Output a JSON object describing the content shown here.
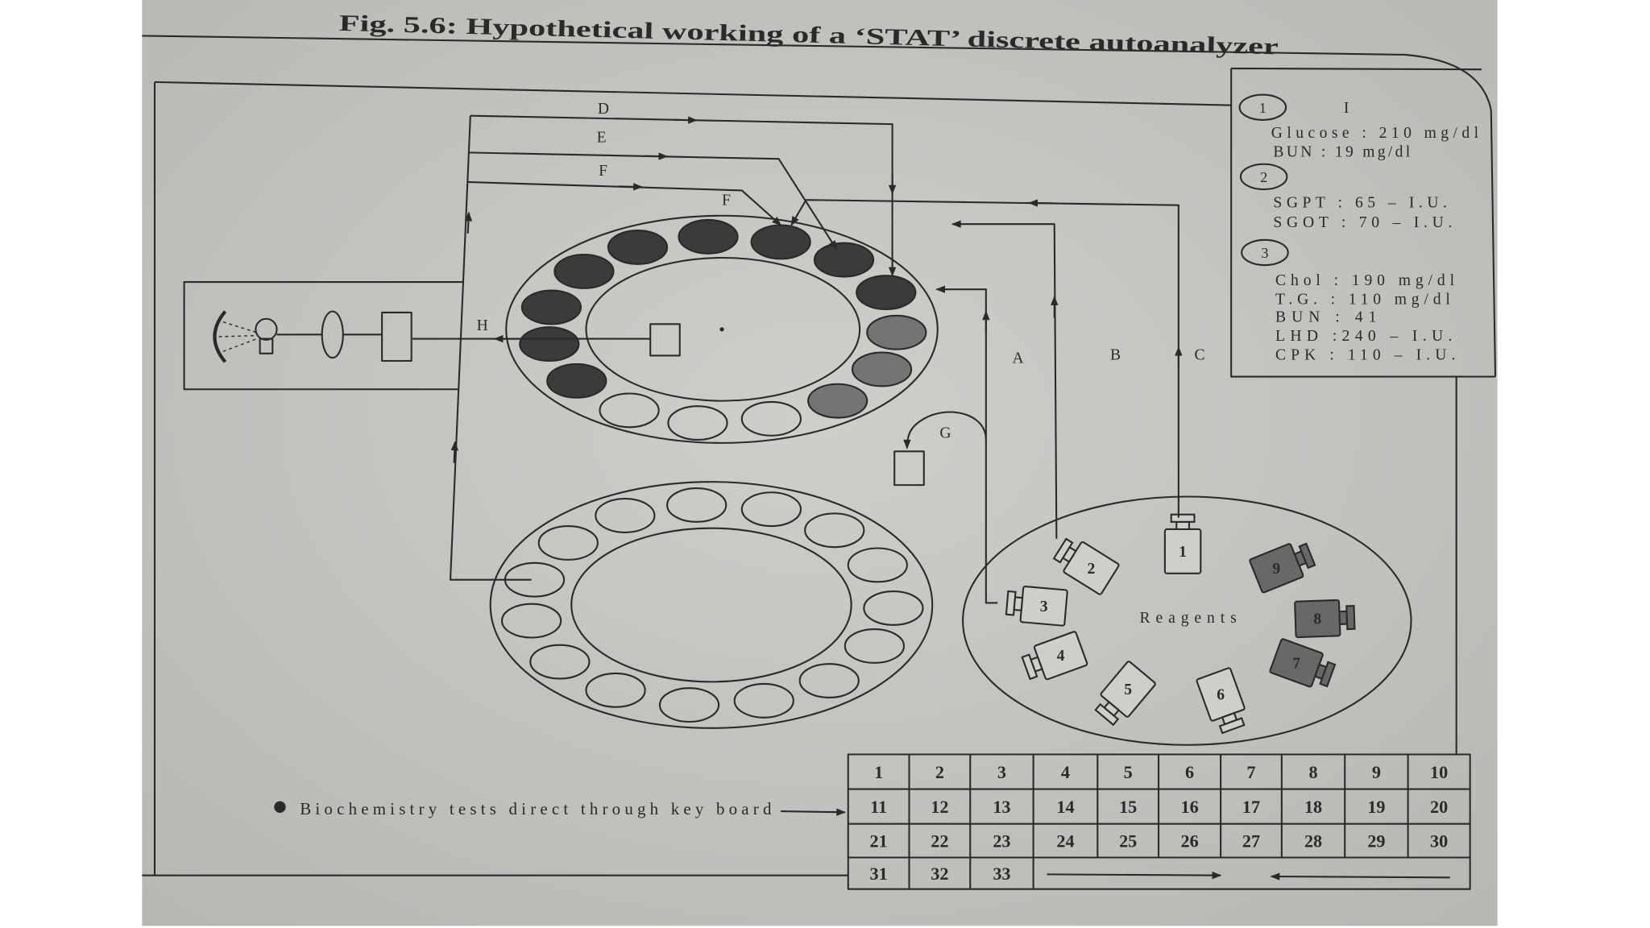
{
  "figure": {
    "title": "Fig. 5.6: Hypothetical working of a ‘STAT’ discrete autoanalyzer"
  },
  "results_panel": {
    "group1": {
      "number": "1",
      "roman": "I",
      "lines": [
        "Glucose : 210 mg/dl",
        "BUN : 19 mg/dl"
      ]
    },
    "group2": {
      "number": "2",
      "lines": [
        "SGPT : 65 – I.U.",
        "SGOT : 70 – I.U."
      ]
    },
    "group3": {
      "number": "3",
      "lines": [
        "Chol : 190 mg/dl",
        "T.G. : 110 mg/dl",
        "BUN : 41",
        "LHD :240 – I.U.",
        "CPK : 110 – I.U."
      ]
    }
  },
  "path_labels": {
    "d": "D",
    "e": "E",
    "f": "F",
    "f_second": "F",
    "g": "G",
    "h": "H",
    "a": "A",
    "b": "B",
    "c": "C"
  },
  "reaction_disc": {
    "cuvettes": [
      "dark",
      "dark",
      "dark",
      "dark",
      "dark",
      "dark",
      "dark",
      "dark",
      "dark",
      "medium",
      "medium",
      "medium",
      "empty",
      "empty",
      "empty"
    ]
  },
  "sample_disc": {
    "cups": [
      "empty",
      "empty",
      "empty",
      "empty",
      "empty",
      "empty",
      "empty",
      "empty",
      "empty",
      "empty",
      "empty",
      "empty",
      "empty",
      "empty",
      "empty"
    ]
  },
  "reagent_disc": {
    "label": "Reagents",
    "bottles": [
      {
        "number": "1",
        "tone": "light"
      },
      {
        "number": "2",
        "tone": "light"
      },
      {
        "number": "3",
        "tone": "light"
      },
      {
        "number": "4",
        "tone": "light"
      },
      {
        "number": "5",
        "tone": "light"
      },
      {
        "number": "6",
        "tone": "light"
      },
      {
        "number": "7",
        "tone": "dark"
      },
      {
        "number": "8",
        "tone": "dark"
      },
      {
        "number": "9",
        "tone": "dark"
      }
    ]
  },
  "keyboard": {
    "note": "Biochemistry tests direct through key board",
    "rows": [
      [
        "1",
        "2",
        "3",
        "4",
        "5",
        "6",
        "7",
        "8",
        "9",
        "10"
      ],
      [
        "11",
        "12",
        "13",
        "14",
        "15",
        "16",
        "17",
        "18",
        "19",
        "20"
      ],
      [
        "21",
        "22",
        "23",
        "24",
        "25",
        "26",
        "27",
        "28",
        "29",
        "30"
      ],
      [
        "31",
        "32",
        "33"
      ]
    ]
  },
  "colors": {
    "page": "#cfcecb",
    "page_edge": "#b8b7b4",
    "ink": "#2a2a2a",
    "dark_fill": "#3b3b3b",
    "medium_fill": "#747474",
    "bottle_dark": "#686868"
  }
}
